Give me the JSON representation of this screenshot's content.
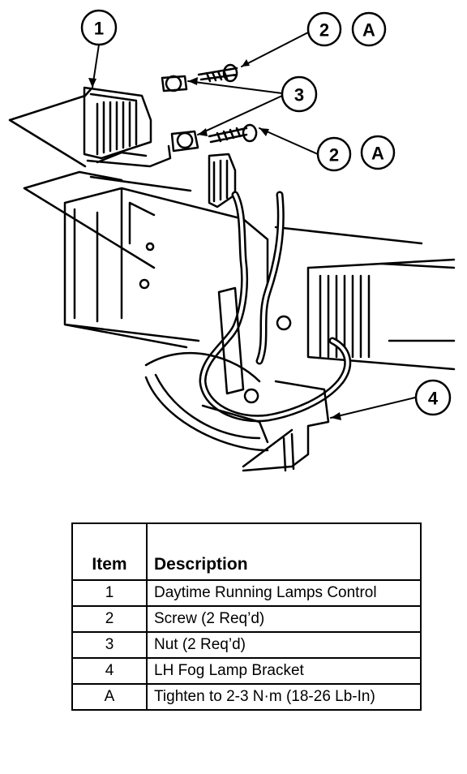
{
  "callouts": {
    "c1": "1",
    "c2a": "2",
    "ca1": "A",
    "c3": "3",
    "c2b": "2",
    "ca2": "A",
    "c4": "4"
  },
  "legend": {
    "header_item": "Item",
    "header_description": "Description",
    "rows": [
      {
        "item": "1",
        "description": "Daytime Running Lamps Control"
      },
      {
        "item": "2",
        "description": "Screw (2 Req’d)"
      },
      {
        "item": "3",
        "description": "Nut (2 Req’d)"
      },
      {
        "item": "4",
        "description": "LH Fog Lamp Bracket"
      },
      {
        "item": "A",
        "description": "Tighten to 2-3 N·m (18-26 Lb-In)"
      }
    ]
  }
}
